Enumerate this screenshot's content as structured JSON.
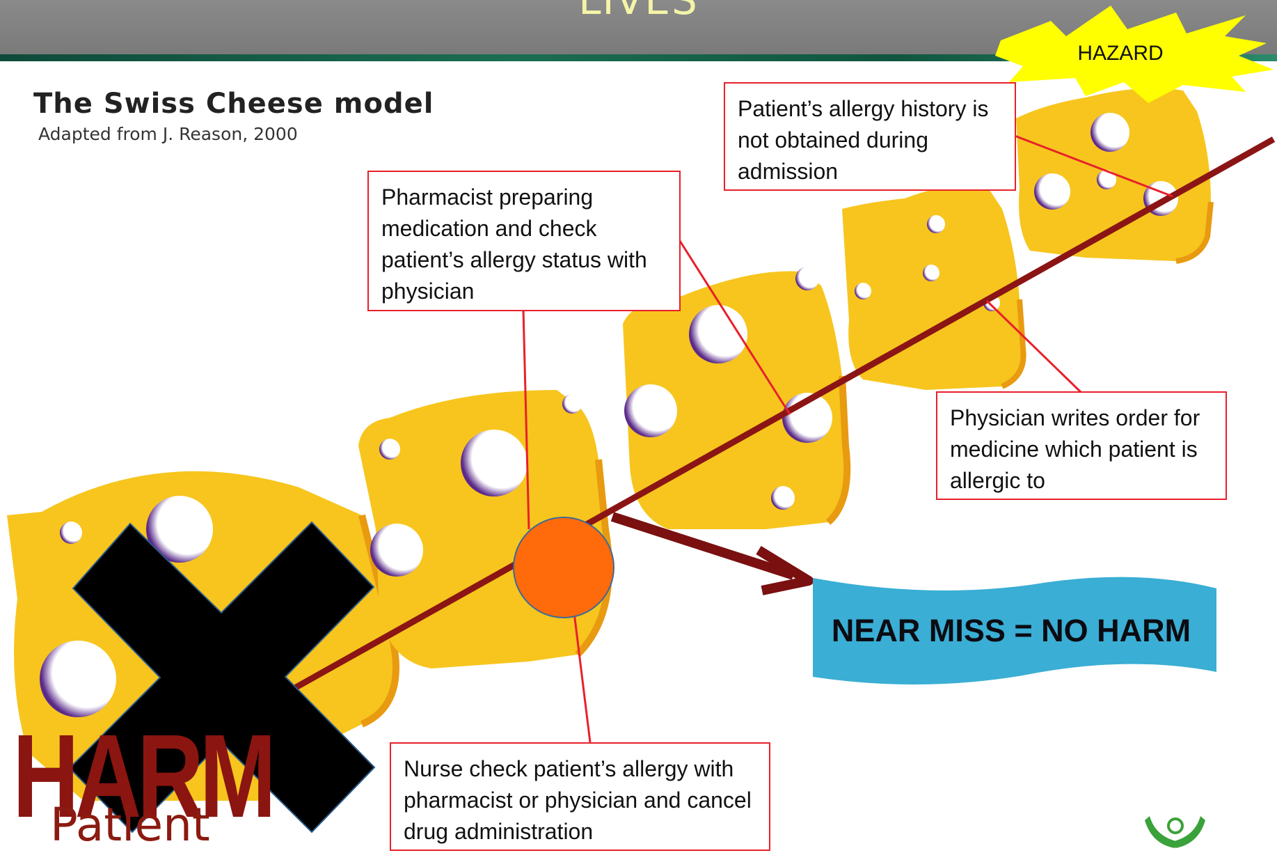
{
  "header": {
    "title": "LIVES"
  },
  "caption": {
    "title": "The Swiss Cheese model",
    "subtitle": "Adapted from J. Reason, 2000"
  },
  "hazard": {
    "label": "HAZARD"
  },
  "callouts": {
    "allergy_history": "Patient’s allergy history is not obtained during admission",
    "pharmacist": "Pharmacist preparing medication and check patient’s allergy status with physician",
    "physician": "Physician writes order for medicine which patient is allergic to",
    "nurse": "Nurse check patient’s allergy with pharmacist or physician and cancel drug administration"
  },
  "outcome": {
    "label": "NEAR MISS = NO HARM"
  },
  "harm": {
    "word": "HARM",
    "patient": "Patient"
  },
  "colors": {
    "cheese": "#f7c51e",
    "trajectory": "#8b1515",
    "callout_border": "#e8202a",
    "stop_circle": "#ff6a0a",
    "banner": "#3aaed4"
  },
  "icons": [
    "cross-mark-icon",
    "hazard-star-icon",
    "arrow-icon",
    "logo-hands-icon"
  ]
}
